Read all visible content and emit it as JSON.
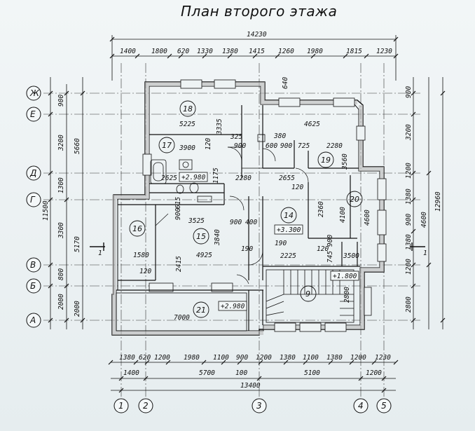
{
  "title": "План второго этажа",
  "top_dims": {
    "overall": "14230",
    "segments": [
      "1400",
      "1800",
      "620",
      "1330",
      "1380",
      "1415",
      "1260",
      "1980",
      "1815",
      "1230"
    ]
  },
  "bottom_dims": {
    "row1": [
      "1380",
      "620",
      "1200",
      "1980",
      "1100",
      "900",
      "1200",
      "1380",
      "1100",
      "1380",
      "1200",
      "1230"
    ],
    "row2": [
      "1400",
      "5700",
      "100",
      "5100",
      "1200"
    ],
    "overall": "13400"
  },
  "left_dims": {
    "col1": [
      "900",
      "3200",
      "1300",
      "3300",
      "800",
      "2000"
    ],
    "col2": [
      "5660",
      "5170",
      "2000"
    ],
    "overall": "11500"
  },
  "right_dims": {
    "col1": [
      "900",
      "3200",
      "1200",
      "1380",
      "900",
      "1380",
      "1200",
      "2800"
    ],
    "col2": [
      "4600"
    ],
    "overall": "12960"
  },
  "axes_rows": [
    "Ж",
    "Е",
    "Д",
    "Г",
    "В",
    "Б",
    "А"
  ],
  "axes_cols": [
    "1",
    "2",
    "3",
    "4",
    "5"
  ],
  "rooms": [
    {
      "num": "18"
    },
    {
      "num": "17"
    },
    {
      "num": "19"
    },
    {
      "num": "20"
    },
    {
      "num": "16"
    },
    {
      "num": "15"
    },
    {
      "num": "14"
    },
    {
      "num": "21"
    },
    {
      "num": "9"
    }
  ],
  "levels": [
    "+2.980",
    "+3.300",
    "+1.800",
    "+2.980"
  ],
  "inner_dims": [
    "640",
    "5225",
    "3335",
    "325",
    "380",
    "4625",
    "3900",
    "120",
    "900",
    "600",
    "900",
    "725",
    "2280",
    "1175",
    "2625",
    "2280",
    "2655",
    "3560",
    "3525",
    "900",
    "615",
    "2360",
    "4100",
    "4600",
    "900",
    "400",
    "3840",
    "1580",
    "2415",
    "4925",
    "190",
    "190",
    "120",
    "900",
    "120",
    "745",
    "2225",
    "3500",
    "2800",
    "7000",
    "120"
  ],
  "section_marks": [
    "1",
    "1"
  ]
}
